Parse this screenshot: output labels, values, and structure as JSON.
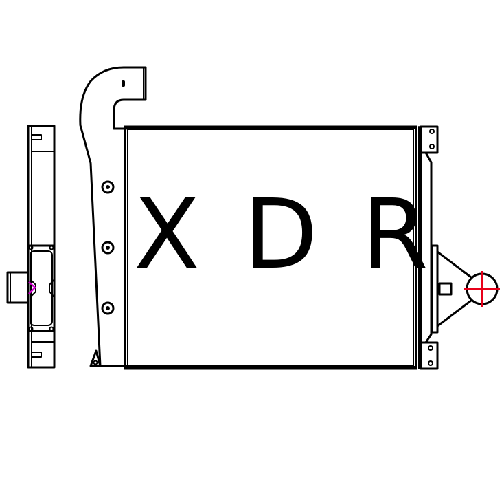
{
  "drawing": {
    "brand_letters": [
      "X",
      "D",
      "R"
    ],
    "colors": {
      "line": "#000000",
      "background": "#ffffff",
      "center_mark": "#e8001a",
      "highlight": "#d000d0"
    },
    "icons": {
      "center_mark": "crosshair-icon",
      "side_bracket_highlight": "magenta-marker-icon"
    }
  }
}
